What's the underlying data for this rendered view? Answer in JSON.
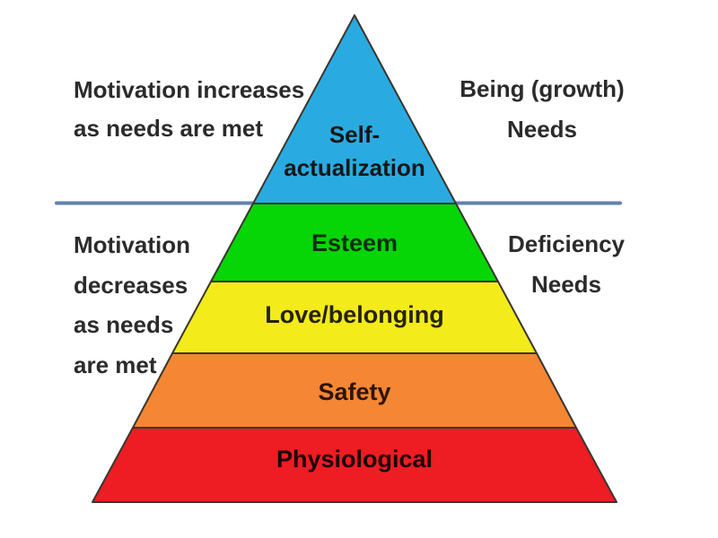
{
  "pyramid": {
    "divider_color": "#5578A8",
    "outline_color": "#3a362e",
    "levels": [
      {
        "name": "self-actualization",
        "label_line1": "Self-",
        "label_line2": "actualization",
        "fill": "#29ABE2"
      },
      {
        "name": "esteem",
        "label": "Esteem",
        "fill": "#06D506"
      },
      {
        "name": "love-belonging",
        "label": "Love/belonging",
        "fill": "#F3EB1A"
      },
      {
        "name": "safety",
        "label": "Safety",
        "fill": "#F58634"
      },
      {
        "name": "physiological",
        "label": "Physiological",
        "fill": "#EE1C23"
      }
    ]
  },
  "annotations": {
    "top_left": {
      "line1": "Motivation increases",
      "line2": "as needs are met"
    },
    "top_right": {
      "line1": "Being (growth)",
      "line2": "Needs"
    },
    "mid_left": {
      "line1": "Motivation",
      "line2": "decreases",
      "line3": "as needs",
      "line4": "are met"
    },
    "mid_right": {
      "line1": "Deficiency",
      "line2": "Needs"
    }
  }
}
